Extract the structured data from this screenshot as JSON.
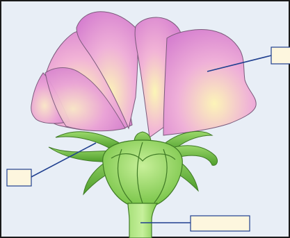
{
  "diagram": {
    "labels": [
      {
        "id": "petal",
        "text": ""
      },
      {
        "id": "sepal",
        "text": ""
      },
      {
        "id": "stalk",
        "text": ""
      }
    ]
  },
  "colors": {
    "background": "#e8eef6",
    "border": "#1a1a1a",
    "petal_edge": "#d67fd0",
    "petal_center": "#fbf6b6",
    "sepal": "#6fbf3e",
    "receptacle": "#8fd65a",
    "label_box_fill": "#fdf6de",
    "label_box_border": "#1f3f8f",
    "leader_line": "#1f3f8f"
  }
}
